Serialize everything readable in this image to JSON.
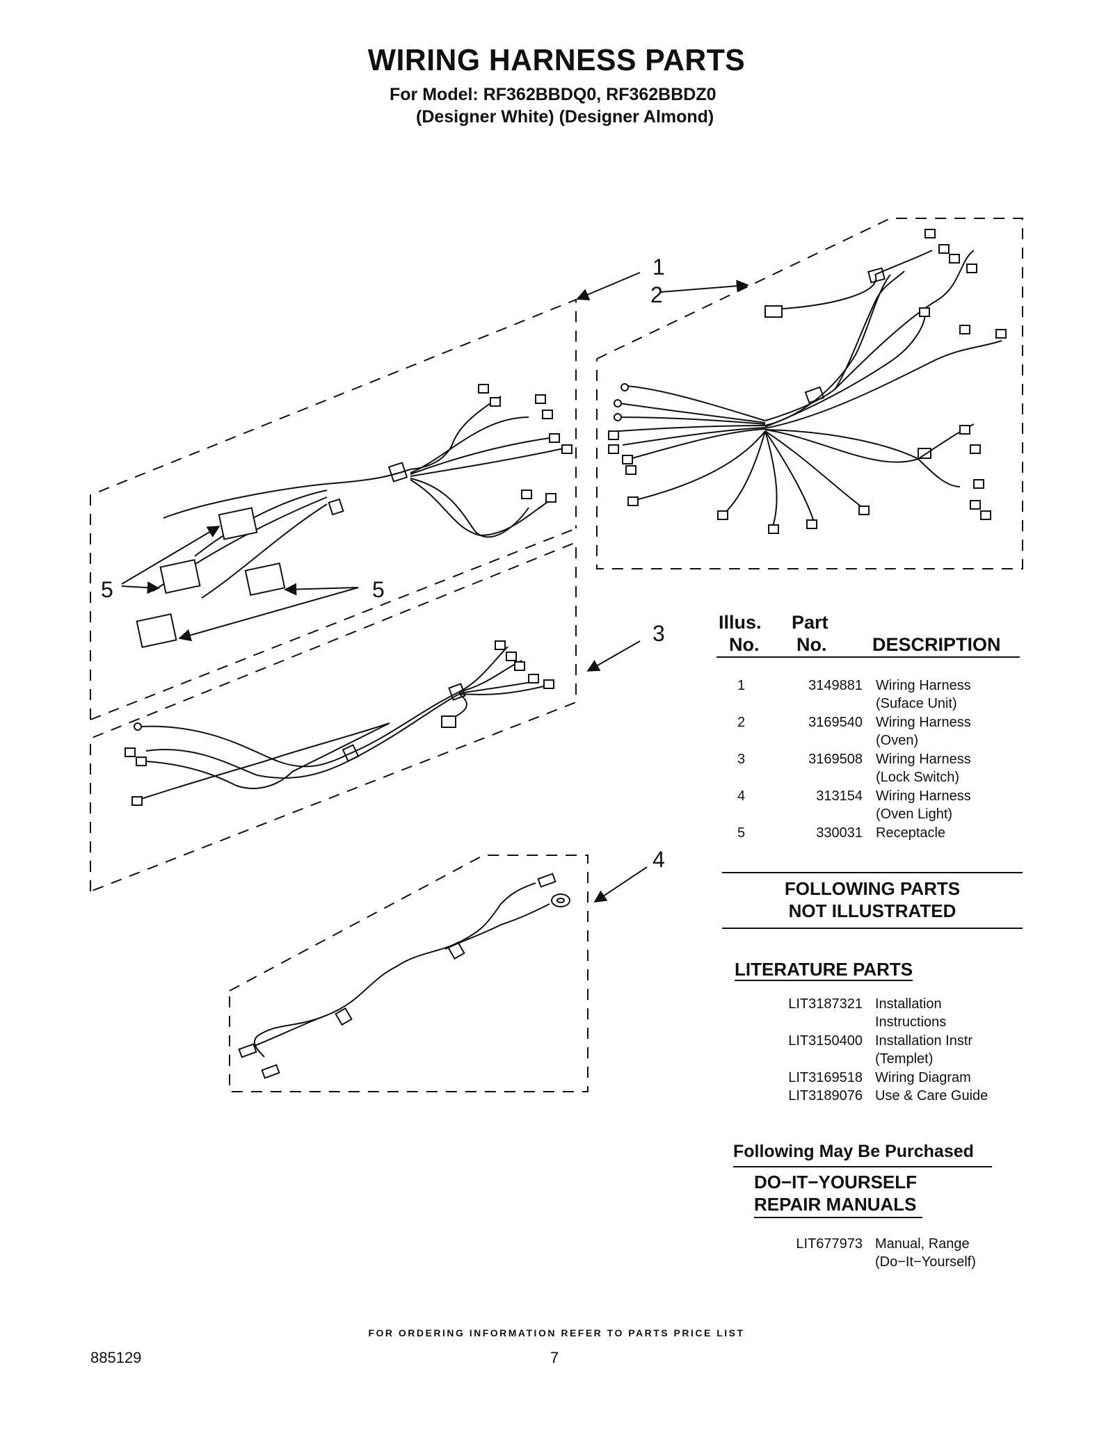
{
  "header": {
    "title": "WIRING HARNESS PARTS",
    "model_line": "For Model: RF362BBDQ0, RF362BBDZ0",
    "variant_line": "(Designer White) (Designer Almond)"
  },
  "diagram": {
    "callouts": [
      "1",
      "2",
      "3",
      "4",
      "5",
      "5"
    ]
  },
  "parts_table": {
    "headers": {
      "illus_top": "Illus.",
      "illus_bottom": "No.",
      "part_top": "Part",
      "part_bottom": "No.",
      "description": "DESCRIPTION"
    },
    "rows": [
      {
        "illus": "1",
        "part": "3149881",
        "desc1": "Wiring Harness",
        "desc2": "(Suface Unit)"
      },
      {
        "illus": "2",
        "part": "3169540",
        "desc1": "Wiring Harness",
        "desc2": "(Oven)"
      },
      {
        "illus": "3",
        "part": "3169508",
        "desc1": "Wiring Harness",
        "desc2": "(Lock Switch)"
      },
      {
        "illus": "4",
        "part": "313154",
        "desc1": "Wiring Harness",
        "desc2": "(Oven Light)"
      },
      {
        "illus": "5",
        "part": "330031",
        "desc1": "Receptacle",
        "desc2": ""
      }
    ]
  },
  "not_illustrated": {
    "line1": "FOLLOWING PARTS",
    "line2": "NOT ILLUSTRATED"
  },
  "literature": {
    "heading": "LITERATURE PARTS",
    "items": [
      {
        "part": "LIT3187321",
        "desc1": "Installation",
        "desc2": "Instructions"
      },
      {
        "part": "LIT3150400",
        "desc1": "Installation Instr",
        "desc2": "(Templet)"
      },
      {
        "part": "LIT3169518",
        "desc1": "Wiring Diagram",
        "desc2": ""
      },
      {
        "part": "LIT3189076",
        "desc1": "Use & Care Guide",
        "desc2": ""
      }
    ]
  },
  "purchase": {
    "heading": "Following May Be Purchased",
    "sub1": "DO−IT−YOURSELF",
    "sub2": "REPAIR MANUALS",
    "items": [
      {
        "part": "LIT677973",
        "desc1": "Manual, Range",
        "desc2": "(Do−It−Yourself)"
      }
    ]
  },
  "footer": {
    "note": "FOR ORDERING INFORMATION REFER TO PARTS PRICE LIST",
    "doc_number": "885129",
    "page_number": "7"
  }
}
